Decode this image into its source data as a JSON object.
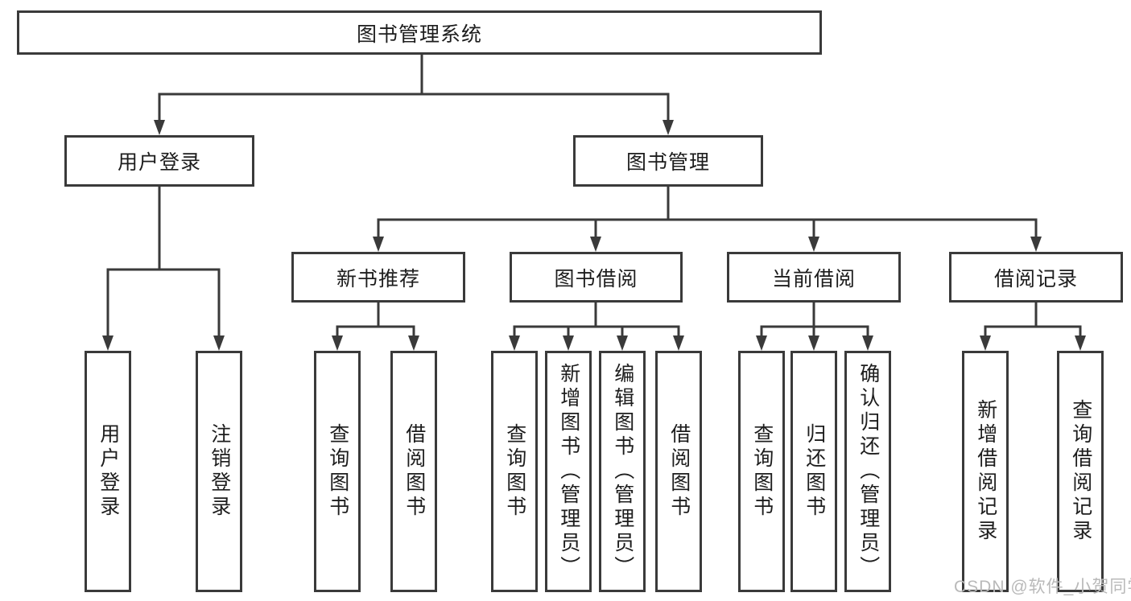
{
  "tree": {
    "root": "图书管理系统",
    "user_login": {
      "label": "用户登录",
      "children": [
        "用户登录",
        "注销登录"
      ]
    },
    "book_management": {
      "label": "图书管理",
      "sections": {
        "new_book": {
          "label": "新书推荐",
          "children": [
            "查询图书",
            "借阅图书"
          ]
        },
        "borrow": {
          "label": "图书借阅",
          "children": [
            "查询图书",
            "新增图书（管理员）",
            "编辑图书（管理员）",
            "借阅图书"
          ]
        },
        "current": {
          "label": "当前借阅",
          "children": [
            "查询图书",
            "归还图书",
            "确认归还（管理员）"
          ]
        },
        "records": {
          "label": "借阅记录",
          "children": [
            "新增借阅记录",
            "查询借阅记录"
          ]
        }
      }
    }
  },
  "watermark": "CSDN @软件_小贺同学",
  "colors": {
    "line": "#3a3a3a",
    "text": "#1d1d1d",
    "watermark": "#b9b9b9",
    "background": "#ffffff"
  }
}
